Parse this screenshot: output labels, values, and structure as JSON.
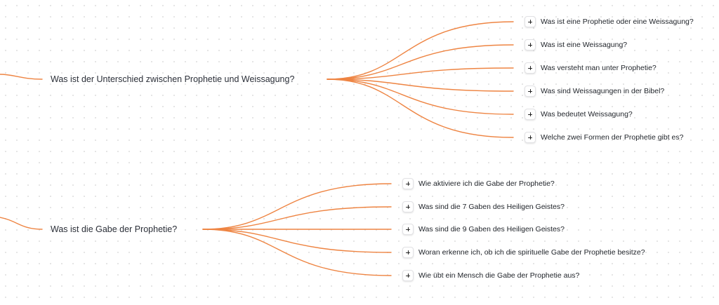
{
  "colors": {
    "edge": "#ee8442",
    "text": "#2b2f38"
  },
  "icons": {
    "expand": "plus-icon"
  },
  "groups": [
    {
      "parent": "Was ist der Unterschied zwischen Prophetie und Weissagung?",
      "children": [
        "Was ist eine Prophetie oder eine Weissagung?",
        "Was ist eine Weissagung?",
        "Was versteht man unter Prophetie?",
        "Was sind Weissagungen in der Bibel?",
        "Was bedeutet Weissagung?",
        "Welche zwei Formen der Prophetie gibt es?"
      ]
    },
    {
      "parent": "Was ist die Gabe der Prophetie?",
      "children": [
        "Wie aktiviere ich die Gabe der Prophetie?",
        "Was sind die 7 Gaben des Heiligen Geistes?",
        "Was sind die 9 Gaben des Heiligen Geistes?",
        "Woran erkenne ich, ob ich die spirituelle Gabe der Prophetie besitze?",
        "Wie übt ein Mensch die Gabe der Prophetie aus?"
      ]
    }
  ]
}
